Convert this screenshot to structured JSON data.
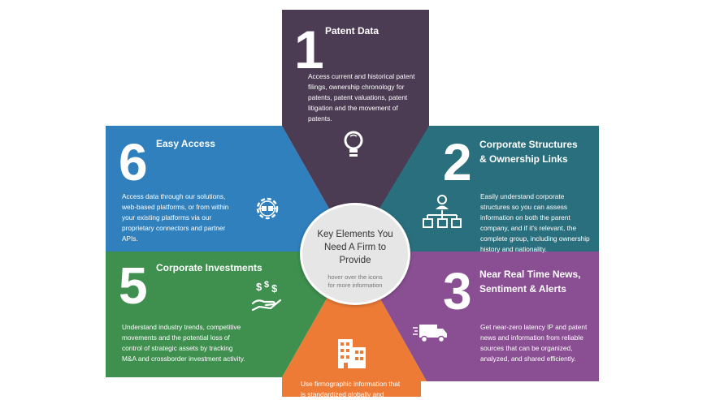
{
  "colors": {
    "segment_1": "#4b3b53",
    "segment_2": "#2a6f7d",
    "segment_3": "#8a4f92",
    "segment_5": "#3f8f4f",
    "segment_6": "#2f80bd",
    "segment_7": "#ee7b35",
    "center_bg": "#e6e6e6"
  },
  "center": {
    "title_line1": "Key Elements You",
    "title_line2": "Need A Firm to",
    "title_line3": "Provide",
    "hint_line1": "hover over the icons",
    "hint_line2": "for more information"
  },
  "segments": {
    "s1": {
      "number": "1",
      "title": "Patent Data",
      "icon": "lightbulb-icon",
      "desc": [
        "Access current and historical patent",
        "filings, ownership chronology for",
        "patents, patent valuations, patent",
        "litigation and the movement of",
        "patents."
      ]
    },
    "s2": {
      "number": "2",
      "title_line1": "Corporate Structures",
      "title_line2": "& Ownership Links",
      "icon": "org-chart-icon",
      "desc": [
        "Easily understand corporate",
        "structures so you can assess",
        "information on both the parent",
        "company, and if it's relevant, the",
        "complete group, including ownership",
        "history and nationality."
      ]
    },
    "s3": {
      "number": "3",
      "title_line1": "Near Real Time News,",
      "title_line2": "Sentiment & Alerts",
      "icon": "delivery-truck-icon",
      "desc": [
        "Get near-zero latency IP and patent",
        "news and information from reliable",
        "sources that can be organized,",
        "analyzed, and shared efficiently."
      ]
    },
    "s5": {
      "number": "5",
      "title": "Corporate Investments",
      "icon": "money-hand-icon",
      "desc": [
        "Understand industry trends, competitive",
        "movements and the potential loss of",
        "control of strategic assets by tracking",
        "M&A and crossborder investment activity."
      ]
    },
    "s6": {
      "number": "6",
      "title": "Easy Access",
      "icon": "gear-plug-icon",
      "desc": [
        "Access data through our solutions,",
        "web-based platforms, or from within",
        "your existing platforms via our",
        "proprietary connectors and partner",
        "APIs."
      ]
    },
    "s7": {
      "icon": "building-icon",
      "desc": [
        "Use firmographic information that",
        "is standardized globally and"
      ]
    }
  }
}
